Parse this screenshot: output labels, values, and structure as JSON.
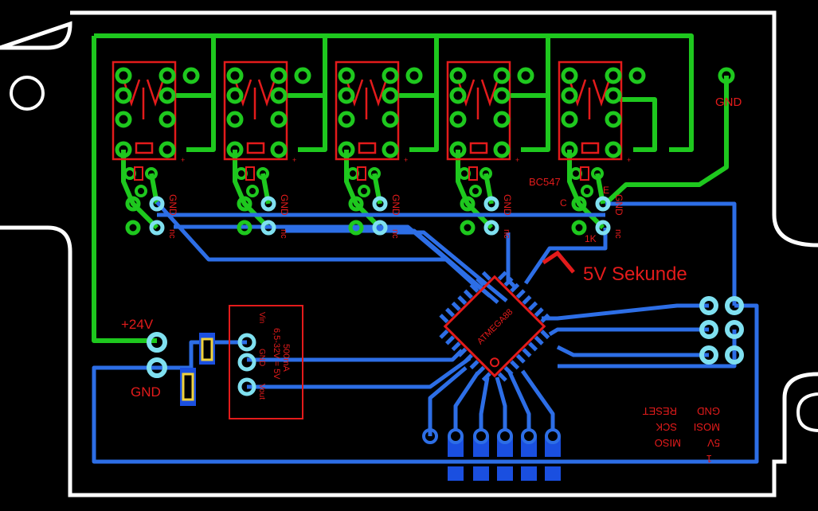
{
  "colors": {
    "background": "#000000",
    "outline": "#ffffff",
    "top_trace": "#1ec81e",
    "bottom_trace": "#2d6ee6",
    "silkscreen": "#e31b1b",
    "pad": "#7fe0f0",
    "smd_pad": "#1a4fe0",
    "resistor_body": "#f0d23c"
  },
  "labels": {
    "gnd_top_right": "GND",
    "bc547": "BC547",
    "pin_c": "C",
    "pin_e": "E",
    "res_1k": "1K",
    "sekunde": "5V Sekunde",
    "v24": "+24V",
    "gnd_left": "GND",
    "gnd_side": "GND",
    "nc_side": "nc",
    "relay_pin": "+",
    "mcu": "ATMEGA88",
    "regulator": {
      "vin": "Vin",
      "gnd": "GND",
      "vout": "Vout",
      "line1": "500mA",
      "line2": "6,5-32V = 5V"
    },
    "isp": {
      "gnd": "GND",
      "reset": "RESET",
      "mosi": "MOSI",
      "sck": "SCK",
      "v5": "5V",
      "miso": "MISO",
      "pin1": "1"
    }
  }
}
